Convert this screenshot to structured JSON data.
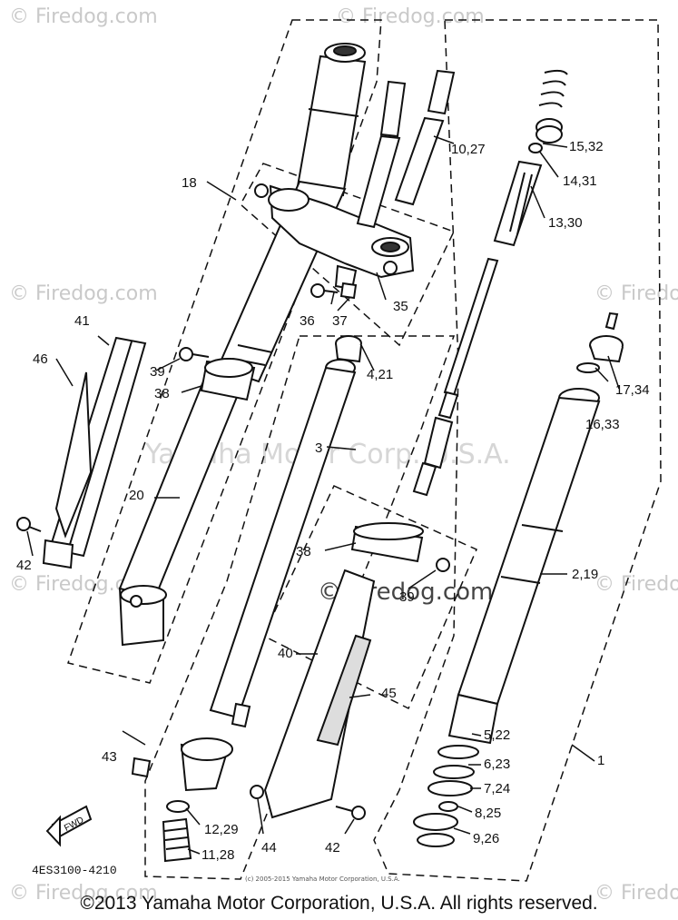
{
  "watermarks": {
    "site": "© Firedog.com",
    "center": "Yamaha Motor Corp. U.S.A.",
    "middle": "© Firedog.com"
  },
  "callouts": {
    "c1": "1",
    "c2_19": "2,19",
    "c3": "3",
    "c4_21": "4,21",
    "c5_22": "5,22",
    "c6_23": "6,23",
    "c7_24": "7,24",
    "c8_25": "8,25",
    "c9_26": "9,26",
    "c10_27": "10,27",
    "c11_28": "11,28",
    "c12_29": "12,29",
    "c13_30": "13,30",
    "c14_31": "14,31",
    "c15_32": "15,32",
    "c16_33": "16,33",
    "c17_34": "17,34",
    "c18": "18",
    "c20": "20",
    "c35": "35",
    "c36": "36",
    "c37": "37",
    "c38a": "38",
    "c38b": "38",
    "c39a": "39",
    "c39b": "39",
    "c40": "40",
    "c41": "41",
    "c42a": "42",
    "c42b": "42",
    "c43": "43",
    "c44": "44",
    "c45": "45",
    "c46": "46"
  },
  "fwd_label": "FWD",
  "part_number": "4ES3100-4210",
  "tiny_copyright": "(c) 2005-2015 Yamaha Motor Corporation, U.S.A.",
  "copyright": "©2013 Yamaha Motor Corporation, U.S.A. All rights reserved."
}
